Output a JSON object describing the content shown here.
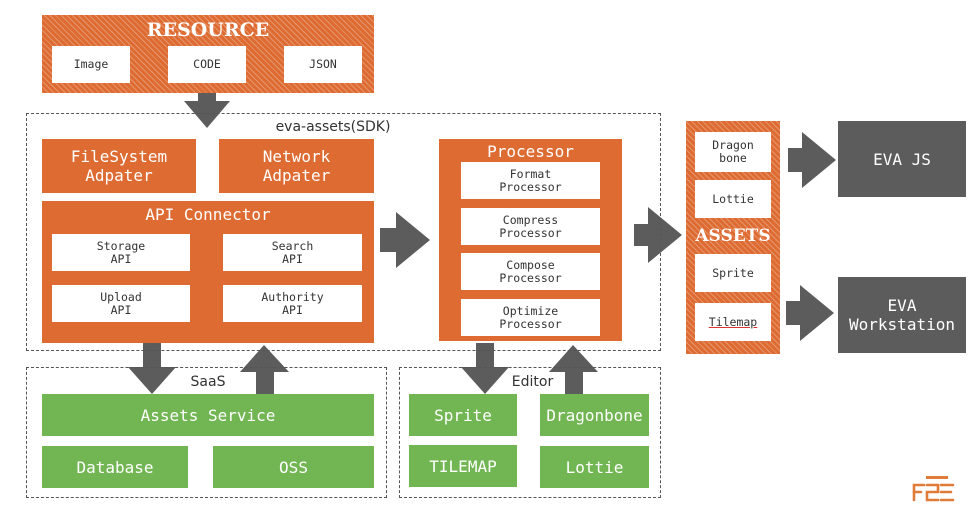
{
  "resource": {
    "title": "RESOURCE",
    "items": [
      "Image",
      "CODE",
      "JSON"
    ]
  },
  "sdk": {
    "label": "eva-assets(SDK)",
    "filesystem_adapter": "FileSystem\nAdpater",
    "network_adapter": "Network\nAdpater",
    "api_connector": {
      "title": "API Connector",
      "apis": [
        "Storage\nAPI",
        "Search\nAPI",
        "Upload\nAPI",
        "Authority\nAPI"
      ]
    },
    "processor": {
      "title": "Processor",
      "items": [
        "Format\nProcessor",
        "Compress\nProcessor",
        "Compose\nProcessor",
        "Optimize\nProcessor"
      ]
    }
  },
  "assets": {
    "title": "ASSETS",
    "items": [
      "Dragon\nbone",
      "Lottie",
      "Sprite",
      "Tilemap"
    ]
  },
  "outputs": [
    "EVA JS",
    "EVA\nWorkstation"
  ],
  "saas": {
    "label": "SaaS",
    "assets_service": "Assets Service",
    "database": "Database",
    "oss": "OSS"
  },
  "editor": {
    "label": "Editor",
    "items": [
      "Sprite",
      "Dragonbone",
      "TILEMAP",
      "Lottie"
    ]
  },
  "colors": {
    "orange": "#dd6b32",
    "green": "#72b653",
    "dark_gray": "#5c5c5c"
  }
}
